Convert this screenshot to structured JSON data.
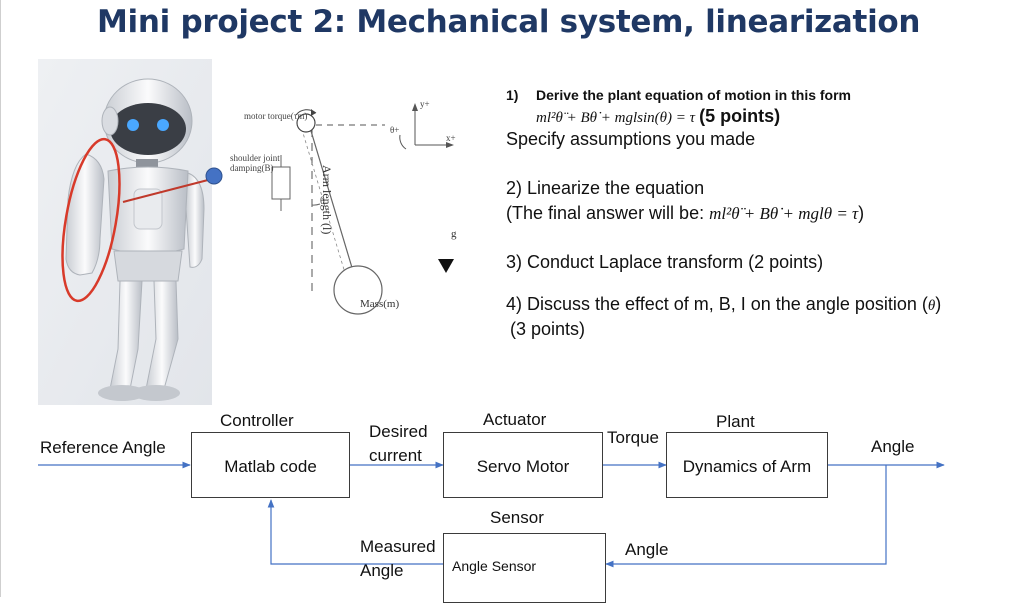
{
  "title": "Mini project 2: Mechanical system, linearization",
  "sketch": {
    "motor_torque": "motor torque(τm)",
    "shoulder_damping": "shoulder joint damping(B)",
    "theta": "θ",
    "arm_length": "Arm length (l)",
    "mass": "Mass(m)",
    "g": "g",
    "x_axis": "x+",
    "y_axis": "y+",
    "theta_plus": "θ+"
  },
  "questions": {
    "q1_num": "1)",
    "q1_text": "Derive the plant equation of motion in this form",
    "q1_eq": "ml²θ̈ + Bθ̇ + mglsin(θ) = τ",
    "q1_points": "(5 points)",
    "q1_note": "Specify assumptions you made",
    "q2_text": "2) Linearize the equation",
    "q2_pre": "(The final answer will be: ",
    "q2_eq": "ml²θ̈ + Bθ̇ + mglθ = τ",
    "q2_post": ")",
    "q3_text": "3) Conduct Laplace transform (2 points)",
    "q4_text": "4) Discuss the effect of m, B, I on the angle position (",
    "q4_sym": "θ",
    "q4_post": ")",
    "q4_points": "(3 points)"
  },
  "diagram": {
    "reference_angle": "Reference Angle",
    "controller_label": "Controller",
    "controller_block": "Matlab code",
    "desired_current_1": "Desired",
    "desired_current_2": "current",
    "actuator_label": "Actuator",
    "actuator_block": "Servo Motor",
    "torque": "Torque",
    "plant_label": "Plant",
    "plant_block": "Dynamics of Arm",
    "angle_out": "Angle",
    "sensor_label": "Sensor",
    "sensor_block": "Angle Sensor",
    "angle_feedback": "Angle",
    "measured_angle_1": "Measured",
    "measured_angle_2": "Angle"
  }
}
